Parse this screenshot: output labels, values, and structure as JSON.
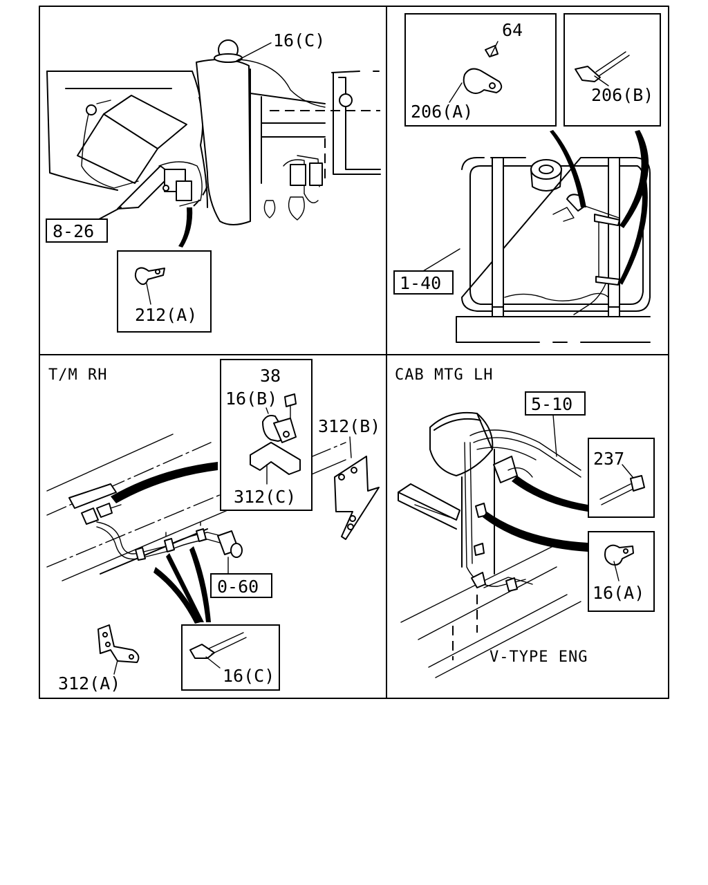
{
  "panels": {
    "top_left": {
      "callouts": [
        "16(C)",
        "8-26",
        "212(A)"
      ]
    },
    "top_right": {
      "callouts": [
        "64",
        "206(A)",
        "206(B)",
        "1-40"
      ]
    },
    "bottom_left": {
      "title": "T/M RH",
      "callouts": [
        "38",
        "16(B)",
        "312(B)",
        "312(C)",
        "0-60",
        "312(A)",
        "16(C)"
      ]
    },
    "bottom_right": {
      "title": "CAB MTG LH",
      "callouts": [
        "5-10",
        "237",
        "16(A)"
      ],
      "note": "V-TYPE ENG"
    }
  }
}
